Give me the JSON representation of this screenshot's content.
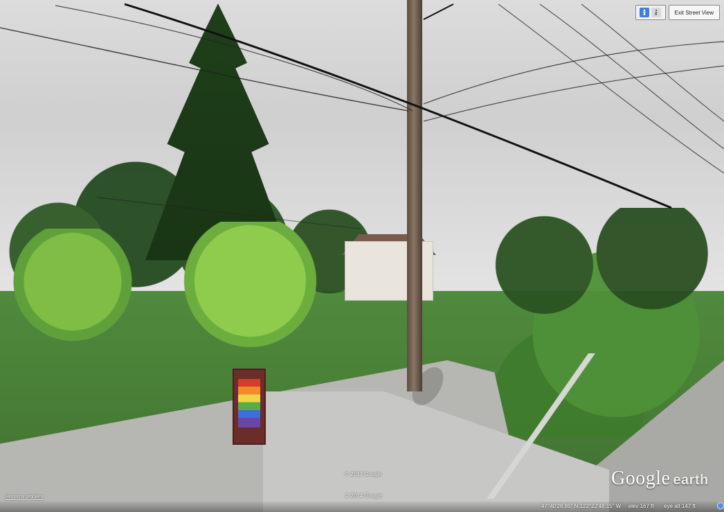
{
  "controls": {
    "exit_street_view_label": "Exit Street View",
    "navigation_mode_icons": [
      "person-icon",
      "walk-icon"
    ]
  },
  "overlays": {
    "copyrights": [
      "© 2013 Google",
      "© 2014 Google"
    ],
    "report_problem_label": "Report a problem",
    "logo_google": "Google",
    "logo_earth": "earth"
  },
  "status": {
    "coordinates": "47°40'28.85\" N 122°22'48.15\" W",
    "elevation": "elev 167 ft",
    "eye_alt": "eye alt 147 ft"
  },
  "colors": {
    "accent": "#3b7edb"
  }
}
